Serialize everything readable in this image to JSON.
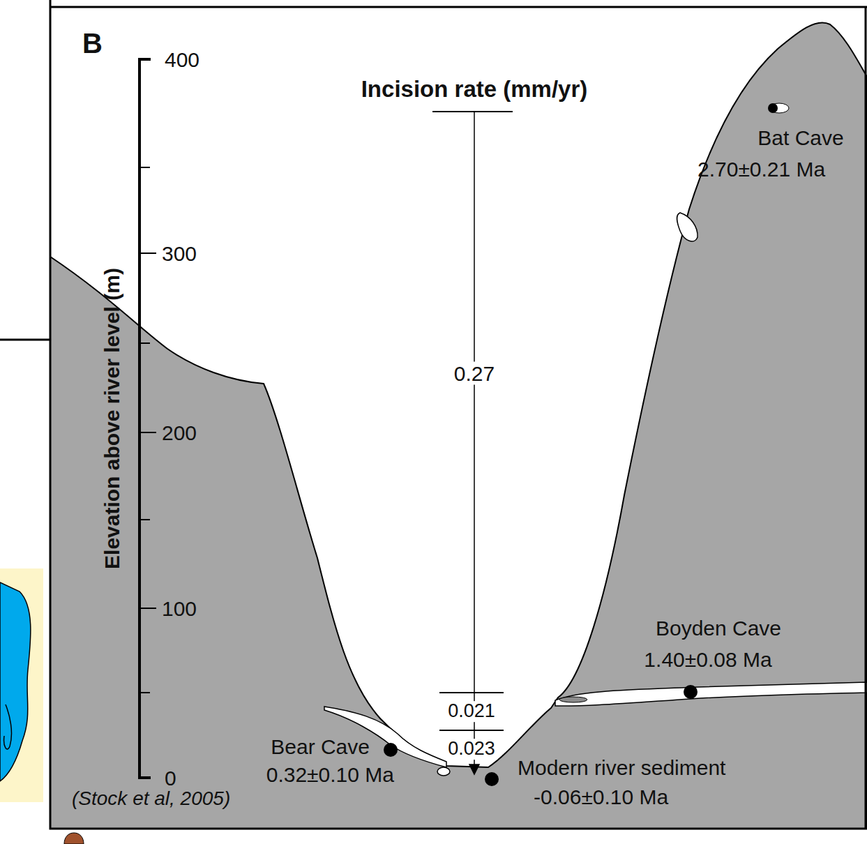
{
  "diagram": {
    "caption": "(Stock et al, 2005)",
    "labels": [
      "B",
      "400",
      "300",
      "200",
      "100",
      "0",
      "Elevation above river level (m)",
      "Incision rate (mm/yr)",
      "0.27",
      "0.021",
      "0.023",
      "Bat Cave",
      "2.70±0.21 Ma",
      "Boyden Cave",
      "1.40±0.08 Ma",
      "Bear Cave",
      "0.32±0.10 Ma",
      "Modern river sediment",
      "-0.06±0.10 Ma"
    ]
  }
}
